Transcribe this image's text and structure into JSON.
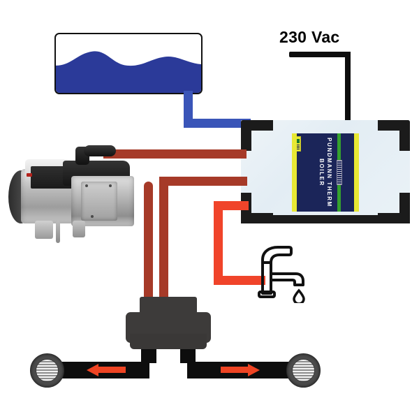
{
  "diagram": {
    "title_overlay": "230 Vac",
    "colors": {
      "cold_water_blue": "#3a55b8",
      "heating_circuit_dark_red": "#a63a28",
      "hot_water_red": "#f0442a",
      "air_duct_black": "#0d0d0d",
      "arrow_red": "#ef4423",
      "boiler_label_navy": "#1b2559",
      "boiler_label_yellow": "#e8e833",
      "boiler_label_green": "#35a12e",
      "boiler_panel_white": "#eaf2f7",
      "vent_grey": "#4b4b4b"
    },
    "components": {
      "water_tank": {
        "name": "water-tank",
        "fill_level_percent": 55,
        "water_color": "#2b3a99"
      },
      "power_supply": {
        "label": "230 Vac"
      },
      "boiler": {
        "name": "pundmann-therm-boiler",
        "label_line_1": "PUNDMANN THERM",
        "label_line_2": "BOILER"
      },
      "heater": {
        "name": "diesel-water-heater"
      },
      "faucet": {
        "name": "faucet-tap",
        "has_droplet": true
      },
      "distribution_box": {
        "name": "air-distribution-box"
      },
      "vents": [
        {
          "name": "air-vent-left",
          "arrow_direction": "left"
        },
        {
          "name": "air-vent-right",
          "arrow_direction": "right"
        }
      ]
    }
  }
}
